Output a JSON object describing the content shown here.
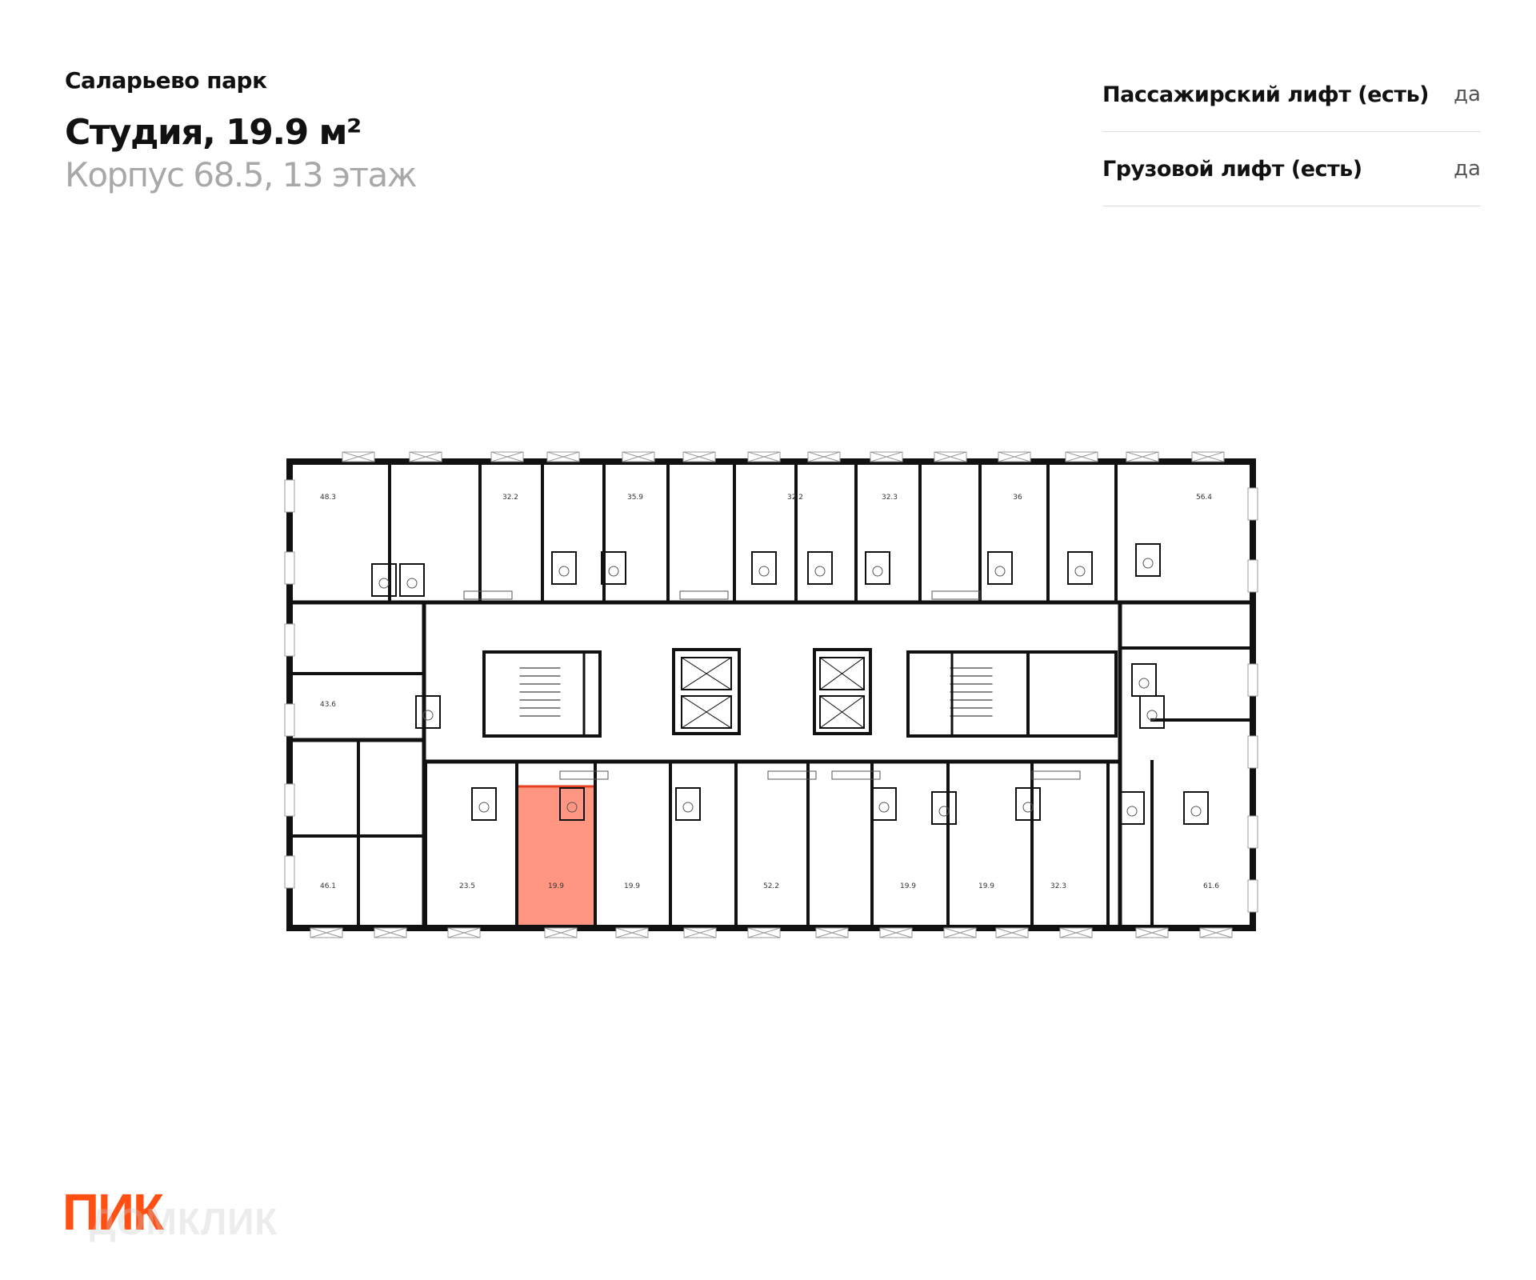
{
  "header": {
    "project": "Саларьево парк",
    "title": "Студия, 19.9 м²",
    "subtitle": "Корпус 68.5, 13 этаж"
  },
  "features": [
    {
      "label": "Пассажирский лифт (есть)",
      "value": "да"
    },
    {
      "label": "Грузовой лифт (есть)",
      "value": "да"
    }
  ],
  "plan": {
    "highlight_color": "#ff6e52",
    "top_row_areas": [
      "48.3",
      "32.2",
      "35.9",
      "32.2",
      "32.3",
      "36",
      "56.4"
    ],
    "left_areas": [
      "43.6",
      "46.1"
    ],
    "bottom_row_areas": [
      "23.5",
      "19.9",
      "19.9",
      "52.2",
      "19.9",
      "19.9",
      "32.3",
      "61.6"
    ],
    "selected_area": "19.9"
  },
  "logo": {
    "brand": "ПИК",
    "watermark": "ДОМКЛИК",
    "brand_color": "#ff4f12"
  }
}
